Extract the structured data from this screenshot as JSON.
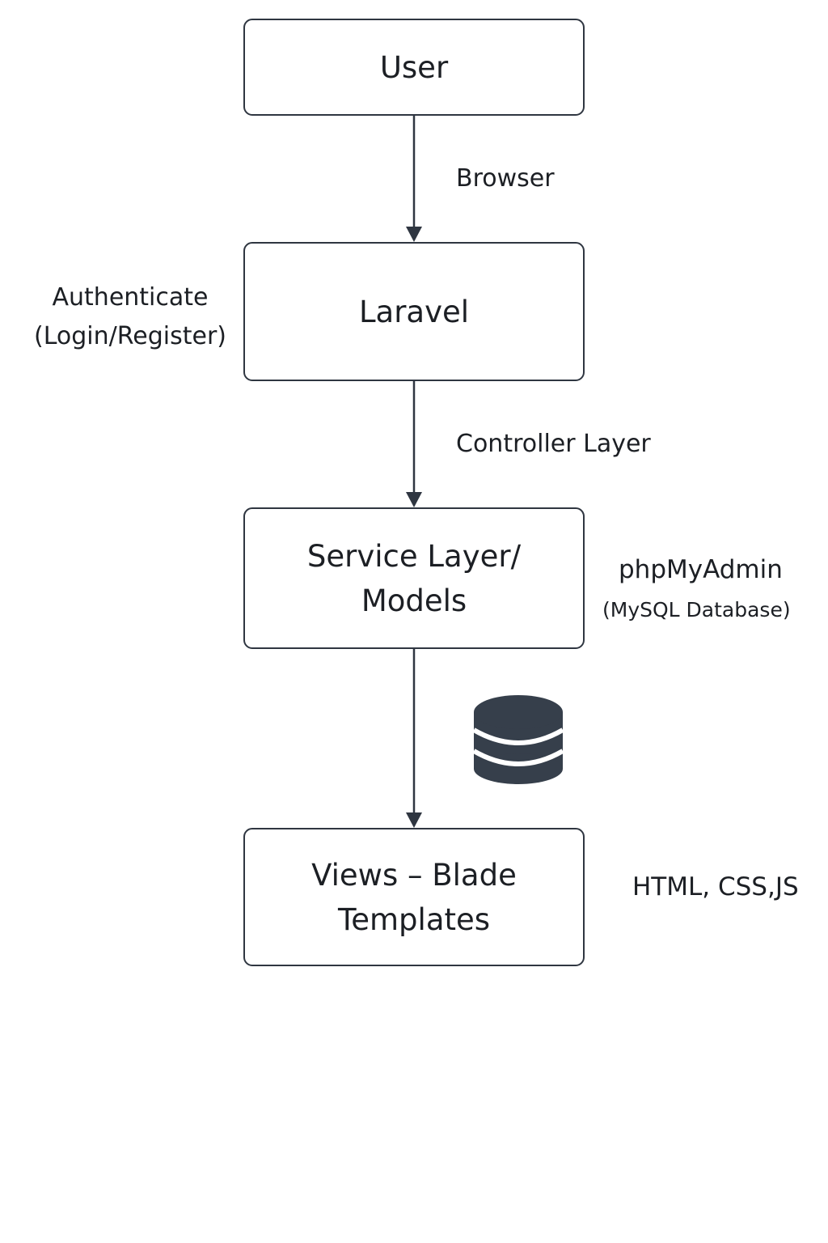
{
  "nodes": {
    "user": {
      "lines": [
        "User"
      ]
    },
    "laravel": {
      "lines": [
        "Laravel"
      ]
    },
    "service": {
      "lines": [
        "Service Layer/",
        "Models"
      ]
    },
    "views": {
      "lines": [
        "Views – Blade",
        "Templates"
      ]
    }
  },
  "edge_labels": {
    "browser": "Browser",
    "controller": "Controller Layer"
  },
  "annotations": {
    "auth": {
      "lines": [
        "Authenticate",
        "(Login/Register)"
      ]
    },
    "database": {
      "title": "phpMyAdmin",
      "subtitle": "(MySQL Database)",
      "icon": "database-icon"
    },
    "frontend": "HTML, CSS,JS"
  },
  "colors": {
    "stroke": "#2f3641",
    "icon": "#363f4b",
    "text": "#1c1f24"
  }
}
